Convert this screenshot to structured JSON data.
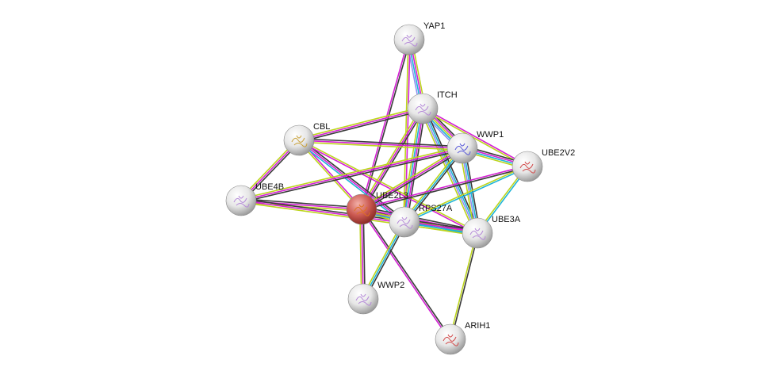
{
  "evidence_colors": {
    "black": "#3a3a3a",
    "magenta": "#d41fd4",
    "yellow": "#bcd41c",
    "cyan": "#1eb4d8",
    "lavender": "#8f8ff0"
  },
  "nodes": [
    {
      "id": "YAP1",
      "label": "YAP1",
      "color": "#e8e8e8"
    },
    {
      "id": "ITCH",
      "label": "ITCH",
      "color": "#e8e8e8"
    },
    {
      "id": "CBL",
      "label": "CBL",
      "color": "#e8e8e8"
    },
    {
      "id": "WWP1",
      "label": "WWP1",
      "color": "#e8e8e8"
    },
    {
      "id": "UBE2V2",
      "label": "UBE2V2",
      "color": "#e8e8e8"
    },
    {
      "id": "UBE4B",
      "label": "UBE4B",
      "color": "#e8e8e8"
    },
    {
      "id": "UBE2L3",
      "label": "UBE2L3",
      "color": "#d9534f",
      "query": true
    },
    {
      "id": "RPS27A",
      "label": "RPS27A",
      "color": "#e8e8e8"
    },
    {
      "id": "UBE3A",
      "label": "UBE3A",
      "color": "#e8e8e8"
    },
    {
      "id": "WWP2",
      "label": "WWP2",
      "color": "#e8e8e8"
    },
    {
      "id": "ARIH1",
      "label": "ARIH1",
      "color": "#e8e8e8"
    }
  ],
  "edges": [
    {
      "s": "YAP1",
      "t": "ITCH",
      "ev": [
        "yellow",
        "magenta",
        "cyan",
        "lavender"
      ]
    },
    {
      "s": "YAP1",
      "t": "UBE2L3",
      "ev": [
        "black",
        "magenta"
      ]
    },
    {
      "s": "YAP1",
      "t": "RPS27A",
      "ev": [
        "magenta",
        "yellow"
      ]
    },
    {
      "s": "ITCH",
      "t": "CBL",
      "ev": [
        "black",
        "magenta",
        "yellow"
      ]
    },
    {
      "s": "ITCH",
      "t": "WWP1",
      "ev": [
        "black",
        "magenta",
        "yellow",
        "cyan",
        "lavender"
      ]
    },
    {
      "s": "ITCH",
      "t": "UBE2V2",
      "ev": [
        "magenta",
        "yellow"
      ]
    },
    {
      "s": "ITCH",
      "t": "UBE2L3",
      "ev": [
        "black",
        "magenta",
        "yellow"
      ]
    },
    {
      "s": "ITCH",
      "t": "RPS27A",
      "ev": [
        "black",
        "magenta",
        "cyan",
        "yellow"
      ]
    },
    {
      "s": "ITCH",
      "t": "UBE3A",
      "ev": [
        "black",
        "cyan",
        "lavender",
        "yellow"
      ]
    },
    {
      "s": "CBL",
      "t": "WWP1",
      "ev": [
        "black",
        "magenta",
        "yellow"
      ]
    },
    {
      "s": "CBL",
      "t": "UBE4B",
      "ev": [
        "black",
        "magenta",
        "yellow"
      ]
    },
    {
      "s": "CBL",
      "t": "UBE2L3",
      "ev": [
        "magenta",
        "yellow"
      ]
    },
    {
      "s": "CBL",
      "t": "RPS27A",
      "ev": [
        "black",
        "magenta",
        "cyan"
      ]
    },
    {
      "s": "CBL",
      "t": "UBE3A",
      "ev": [
        "yellow",
        "magenta"
      ]
    },
    {
      "s": "WWP1",
      "t": "UBE2V2",
      "ev": [
        "black",
        "magenta",
        "cyan",
        "yellow"
      ]
    },
    {
      "s": "WWP1",
      "t": "UBE4B",
      "ev": [
        "black",
        "magenta",
        "yellow"
      ]
    },
    {
      "s": "WWP1",
      "t": "UBE2L3",
      "ev": [
        "black",
        "magenta",
        "yellow"
      ]
    },
    {
      "s": "WWP1",
      "t": "RPS27A",
      "ev": [
        "black",
        "cyan",
        "yellow"
      ]
    },
    {
      "s": "WWP1",
      "t": "UBE3A",
      "ev": [
        "black",
        "cyan",
        "lavender",
        "yellow"
      ]
    },
    {
      "s": "UBE2V2",
      "t": "UBE2L3",
      "ev": [
        "black",
        "magenta"
      ]
    },
    {
      "s": "UBE2V2",
      "t": "RPS27A",
      "ev": [
        "cyan",
        "yellow"
      ]
    },
    {
      "s": "UBE2V2",
      "t": "UBE3A",
      "ev": [
        "cyan",
        "yellow"
      ]
    },
    {
      "s": "UBE4B",
      "t": "UBE2L3",
      "ev": [
        "black",
        "magenta",
        "yellow"
      ]
    },
    {
      "s": "UBE4B",
      "t": "UBE3A",
      "ev": [
        "black",
        "magenta",
        "yellow"
      ]
    },
    {
      "s": "UBE2L3",
      "t": "RPS27A",
      "ev": [
        "black",
        "magenta",
        "yellow"
      ]
    },
    {
      "s": "UBE2L3",
      "t": "UBE3A",
      "ev": [
        "black",
        "magenta",
        "yellow",
        "cyan"
      ]
    },
    {
      "s": "UBE2L3",
      "t": "WWP2",
      "ev": [
        "black",
        "magenta",
        "yellow"
      ]
    },
    {
      "s": "UBE2L3",
      "t": "ARIH1",
      "ev": [
        "black",
        "magenta"
      ]
    },
    {
      "s": "RPS27A",
      "t": "UBE3A",
      "ev": [
        "black",
        "magenta",
        "cyan",
        "yellow"
      ]
    },
    {
      "s": "RPS27A",
      "t": "WWP2",
      "ev": [
        "black",
        "cyan",
        "yellow"
      ]
    },
    {
      "s": "UBE3A",
      "t": "ARIH1",
      "ev": [
        "black",
        "yellow"
      ]
    }
  ]
}
